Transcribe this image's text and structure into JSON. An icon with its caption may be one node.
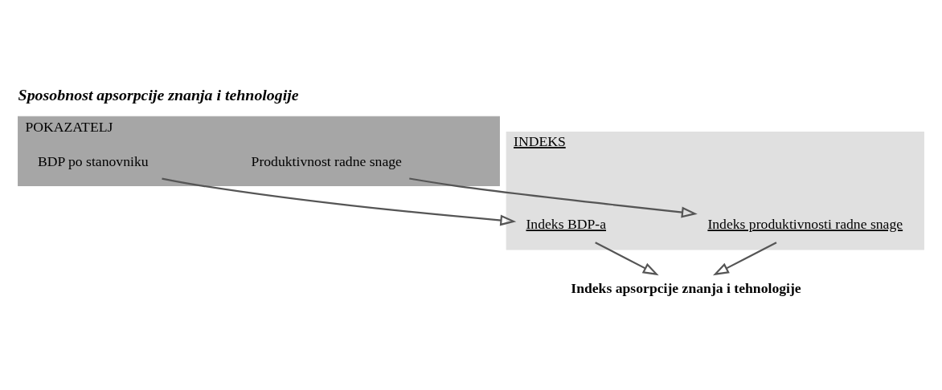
{
  "diagram": {
    "title": "Sposobnost apsorpcije znanja i tehnologije",
    "nodes": [
      {
        "text": [
          "POKAZATELJ"
        ]
      },
      {
        "text": [
          "Produktivnost radne snage"
        ],
        "in": 0
      },
      {
        "text": [
          "BDP po stanovniku"
        ],
        "in": 0
      },
      {
        "text": [
          "INDEKS"
        ]
      },
      {
        "text": [
          "Indeks produktivnosti radne snage"
        ],
        "in": 3
      },
      {
        "text": [
          "Indeks BDP-a"
        ],
        "in": 3
      },
      {
        "text": [
          "Indeks apsorpcije znanja i tehnologije"
        ]
      }
    ],
    "edges": [
      {
        "from": 1,
        "to": 4,
        "arrow": "to"
      },
      {
        "from": 2,
        "to": 5,
        "arrow": "to"
      },
      {
        "from": 4,
        "to": 6,
        "arrow": "to"
      },
      {
        "from": 5,
        "to": 6,
        "arrow": "to"
      }
    ]
  }
}
